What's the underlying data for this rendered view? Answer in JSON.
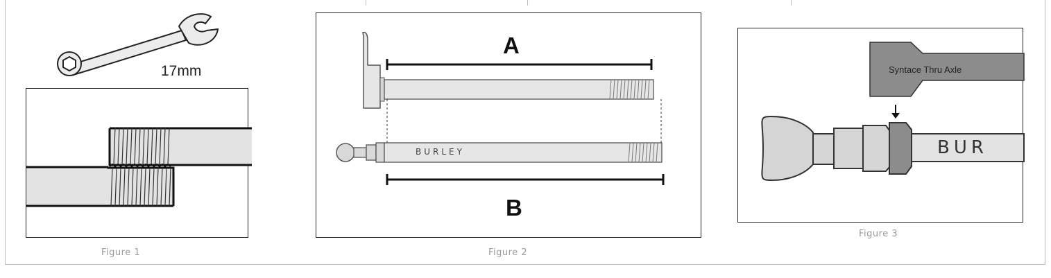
{
  "figures": [
    {
      "caption": "Figure 1",
      "wrench_size": "17mm"
    },
    {
      "caption": "Figure 2",
      "label_a": "A",
      "label_b": "B",
      "axle_brand": "BURLEY"
    },
    {
      "caption": "Figure 3",
      "tool_label": "Syntace Thru Axle",
      "axle_brand_partial": "BUR"
    }
  ]
}
